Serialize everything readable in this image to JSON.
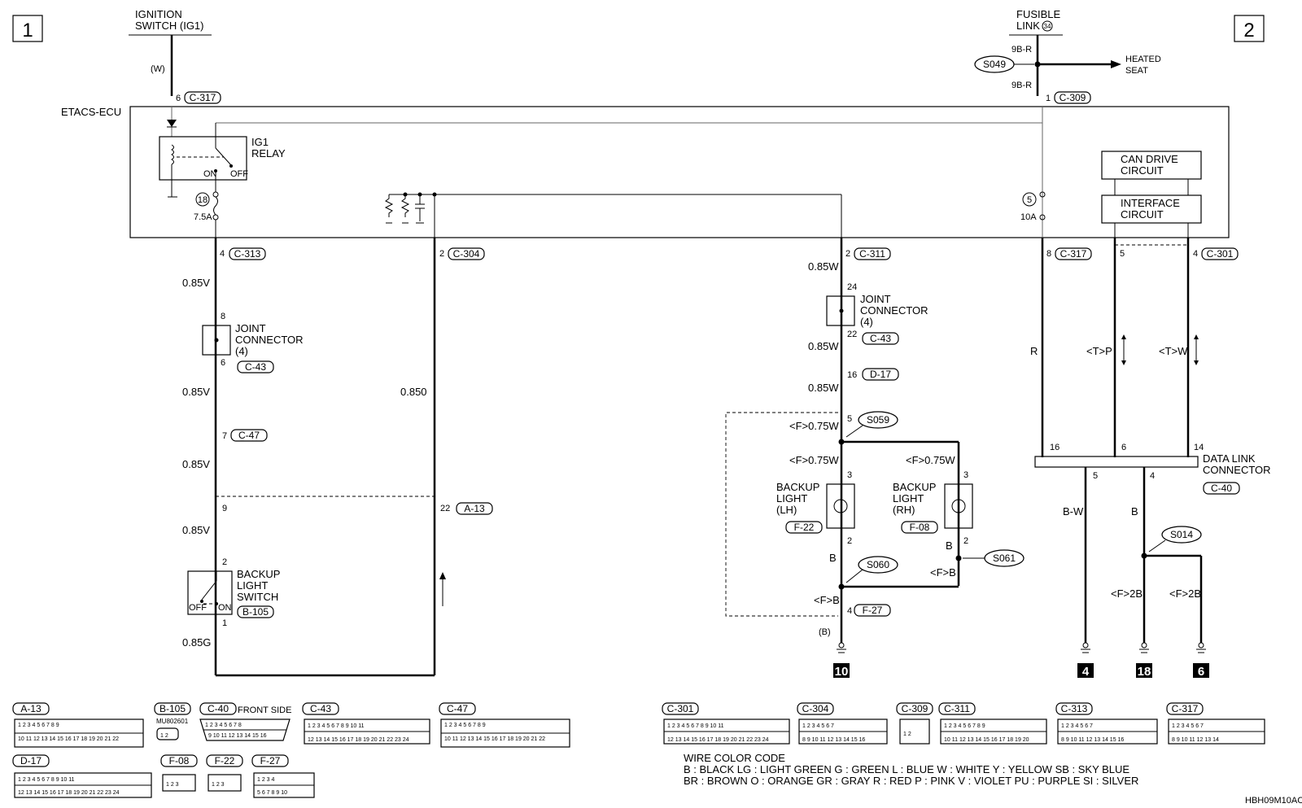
{
  "page_refs": {
    "left": "1",
    "right": "2"
  },
  "ignition_switch": "IGNITION\nSWITCH (IG1)",
  "fusible_link": "FUSIBLE\nLINK",
  "fusible_link_no": "34",
  "etacs": "ETACS-ECU",
  "ig1_relay": "IG1\nRELAY",
  "relay_on": "ON",
  "relay_off": "OFF",
  "fuse18_no": "18",
  "fuse18_amp": "7.5A",
  "fuse5_no": "5",
  "fuse5_amp": "10A",
  "can_drive": "CAN DRIVE\nCIRCUIT",
  "interface": "INTERFACE\nCIRCUIT",
  "heated_seat": "HEATED\nSEAT",
  "s049": "S049",
  "w_top": "(W)",
  "w9br_a": "9B-R",
  "w9br_b": "9B-R",
  "pins": {
    "p6_c317": "6",
    "c317_top": "C-317",
    "p1_c309": "1",
    "c309": "C-309",
    "p4_c313": "4",
    "c313": "C-313",
    "p2_c304": "2",
    "c304": "C-304",
    "p2_c311": "2",
    "c311": "C-311",
    "p8_c317": "8",
    "c317b": "C-317",
    "p5_can": "5",
    "p4_c301": "4",
    "c301": "C-301"
  },
  "left_col": {
    "w1": "0.85V",
    "jc_pin_top": "8",
    "joint": "JOINT\nCONNECTOR\n(4)",
    "jc_pin_bot": "6",
    "jc_conn": "C-43",
    "w2": "0.85V",
    "p7": "7",
    "c47": "C-47",
    "w3": "0.85V",
    "p9": "9",
    "w4": "0.85V",
    "p2": "2",
    "bls": "BACKUP\nLIGHT\nSWITCH",
    "bls_off": "OFF",
    "bls_on": "ON",
    "b105": "B-105",
    "p1": "1",
    "w5": "0.85G"
  },
  "mid_col": {
    "w": "0.850",
    "p22": "22",
    "a13": "A-13"
  },
  "right_center": {
    "w1": "0.85W",
    "p24": "24",
    "joint": "JOINT\nCONNECTOR\n(4)",
    "p22": "22",
    "c43": "C-43",
    "w2": "0.85W",
    "p16": "16",
    "d17": "D-17",
    "w3": "0.85W",
    "p5": "5",
    "s059": "S059",
    "f075_a": "<F>0.75W",
    "f075_b": "<F>0.75W",
    "f075_c": "<F>0.75W",
    "p3_lh": "3",
    "p3_rh": "3",
    "lh": "BACKUP\nLIGHT\n(LH)",
    "f22": "F-22",
    "rh": "BACKUP\nLIGHT\n(RH)",
    "f08": "F-08",
    "p2_lh": "2",
    "p2_rh": "2",
    "b_lh": "B",
    "b_rh": "B",
    "s060": "S060",
    "s061": "S061",
    "fb_a": "<F>B",
    "fb_b": "<F>B",
    "p4": "4",
    "f27": "F-27",
    "bw": "(B)",
    "ground": "10"
  },
  "data_link": {
    "w_r": "R",
    "w_tp": "<T>P",
    "w_tw": "<T>W",
    "p16": "16",
    "p6": "6",
    "p14": "14",
    "label": "DATA LINK\nCONNECTOR",
    "c40": "C-40",
    "p5": "5",
    "p4": "4",
    "w_bw": "B-W",
    "w_b": "B",
    "s014": "S014",
    "f2b_a": "<F>2B",
    "f2b_b": "<F>2B",
    "g4": "4",
    "g18": "18",
    "g6": "6"
  },
  "connectors": {
    "a13": "A-13",
    "b105": "B-105",
    "b105_part": "MU802601",
    "c40": "C-40",
    "front_side": "FRONT SIDE",
    "c43": "C-43",
    "c47": "C-47",
    "d17": "D-17",
    "f08": "F-08",
    "f22": "F-22",
    "f27": "F-27",
    "c301": "C-301",
    "c304": "C-304",
    "c309": "C-309",
    "c311": "C-311",
    "c313": "C-313",
    "c317": "C-317"
  },
  "wire_code_title": "WIRE COLOR CODE",
  "wire_code_1": "B : BLACK    LG : LIGHT GREEN    G : GREEN    L : BLUE    W : WHITE    Y : YELLOW    SB : SKY BLUE",
  "wire_code_2": "BR : BROWN    O : ORANGE    GR : GRAY    R : RED    P : PINK    V : VIOLET    PU : PURPLE    SI : SILVER",
  "figure_id": "HBH09M10AC"
}
